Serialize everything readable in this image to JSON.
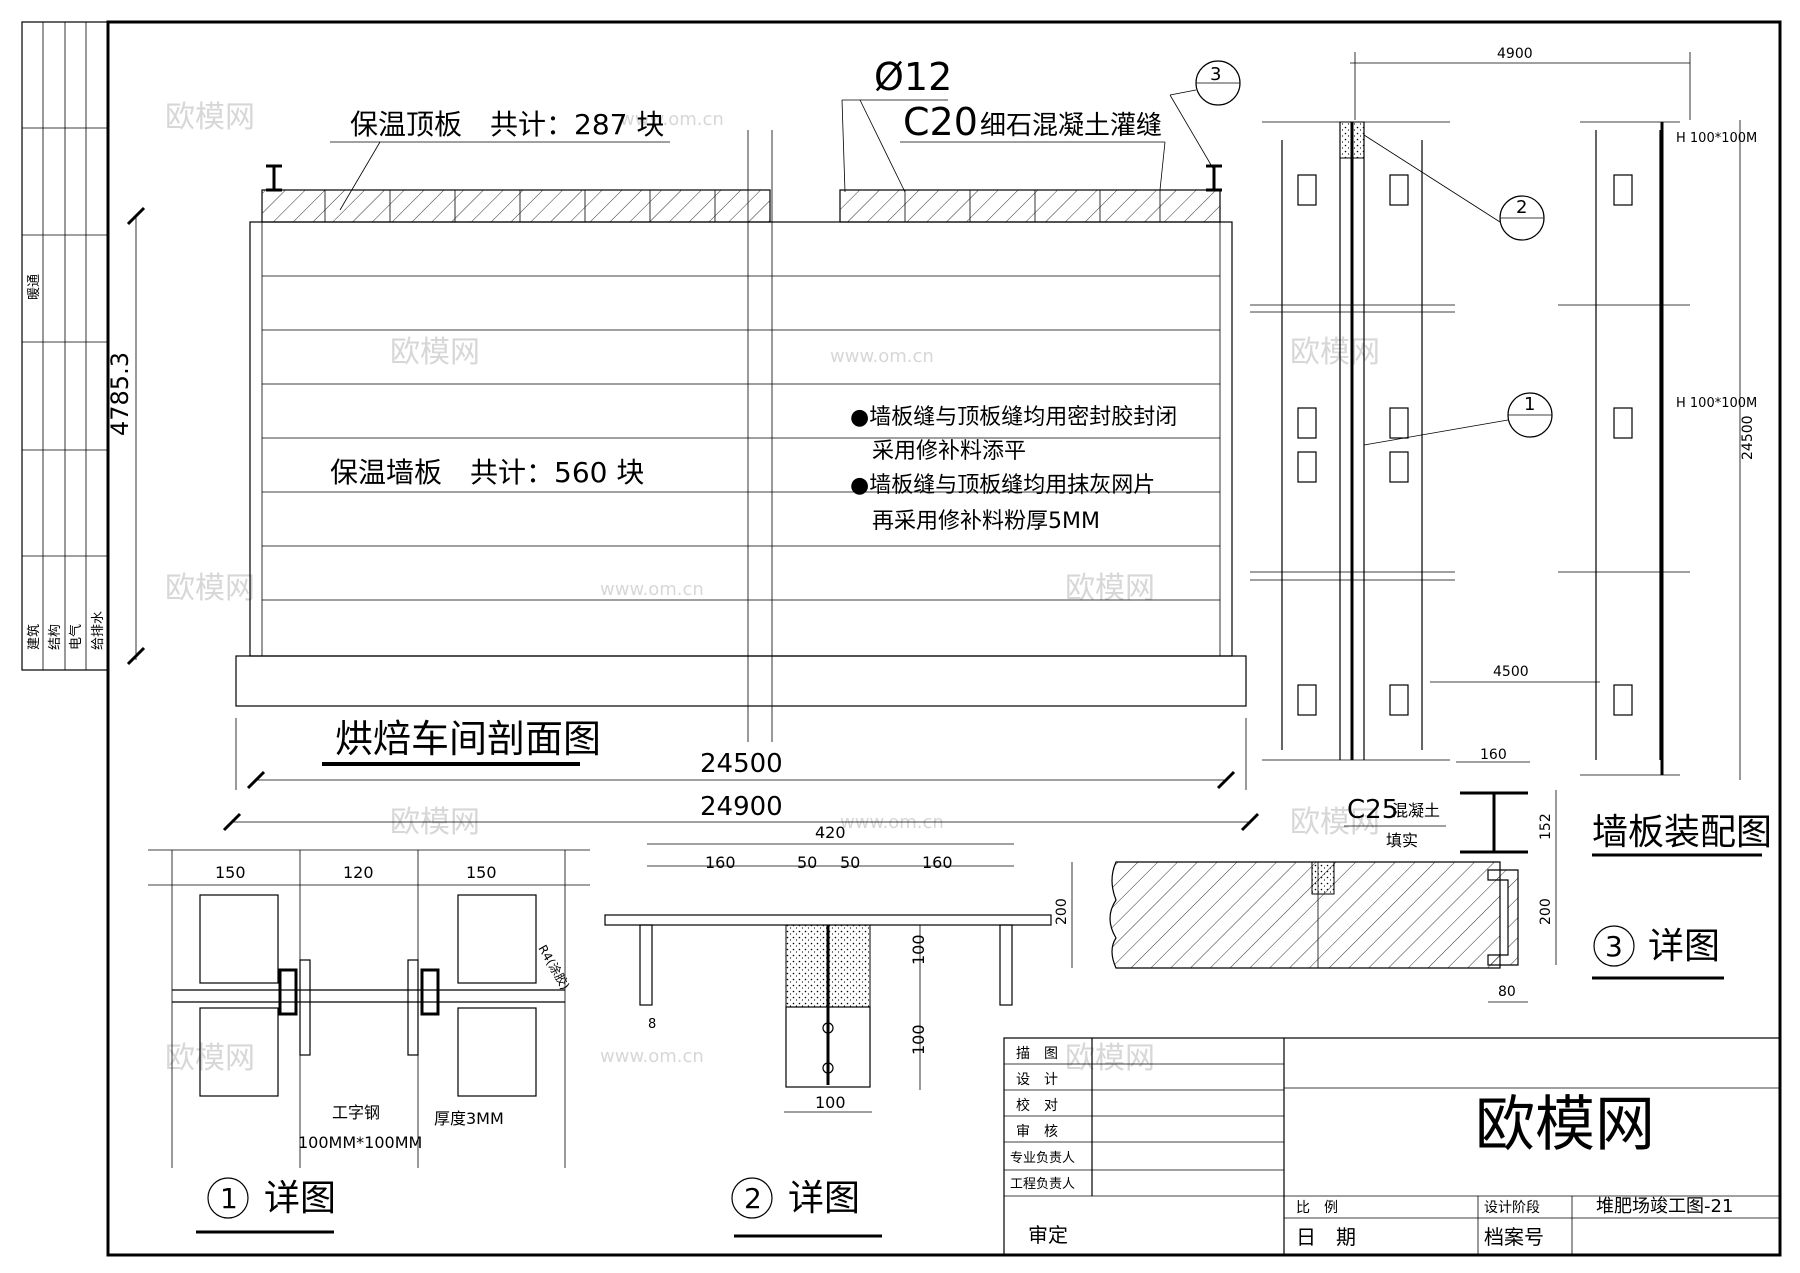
{
  "sidebar": {
    "top_label": "暖通",
    "disciplines": [
      "建筑",
      "结构",
      "电气",
      "给排水"
    ]
  },
  "section": {
    "roof_label": "保温顶板　共计：287 块",
    "wall_label": "保温墙板　共计：560 块",
    "height_dim": "4785.3",
    "dim_span_inner": "24500",
    "dim_span_outer": "24900",
    "title": "烘焙车间剖面图",
    "rebar_label": "Ø12",
    "grout_label": "C20 细石混凝土灌缝",
    "grout_code": "C20",
    "grout_text": "细石混凝土灌缝",
    "callout_3": "3",
    "notes": [
      "●墙板缝与顶板缝均用密封胶封闭",
      "采用修补料添平",
      "●墙板缝与顶板缝均用抹灰网片",
      "再采用修补料粉厚5MM"
    ]
  },
  "assembly": {
    "title": "墙板装配图",
    "dim_top": "4900",
    "dim_mid": "4500",
    "dim_right": "24500",
    "h_label_1": "H 100*100M",
    "h_label_2": "H 100*100M",
    "callout_1": "1",
    "callout_2": "2"
  },
  "detail1": {
    "title": "详图",
    "num": "1",
    "dims": [
      "150",
      "120",
      "150"
    ],
    "radius": "R4(涂胶)",
    "beam_label": "工字钢",
    "beam_size": "100MM*100MM",
    "thickness": "厚度3MM"
  },
  "detail2": {
    "title": "详图",
    "num": "2",
    "dim_total": "420",
    "dims": [
      "160",
      "50",
      "50",
      "160"
    ],
    "dim_v1": "100",
    "dim_v2": "100",
    "dim_bottom": "100",
    "dim_small": "8"
  },
  "detail3": {
    "title": "详图",
    "num": "3",
    "concrete_code": "C25",
    "concrete_text1": "混凝土",
    "concrete_text2": "填实",
    "dim_160": "160",
    "dim_152": "152",
    "dim_200_right": "200",
    "dim_200_left": "200",
    "dim_80": "80"
  },
  "title_block": {
    "rows": [
      "描　图",
      "设　计",
      "校　对",
      "审　核",
      "专业负责人",
      "工程负责人"
    ],
    "approve": "审定",
    "scale_label": "比　例",
    "date_label": "日　期",
    "stage_label": "设计阶段",
    "archive_label": "档案号",
    "drawing_no": "堆肥场竣工图-21",
    "brand": "欧模网"
  },
  "watermarks": {
    "brand": "欧模网",
    "url": "www.om.cn"
  }
}
